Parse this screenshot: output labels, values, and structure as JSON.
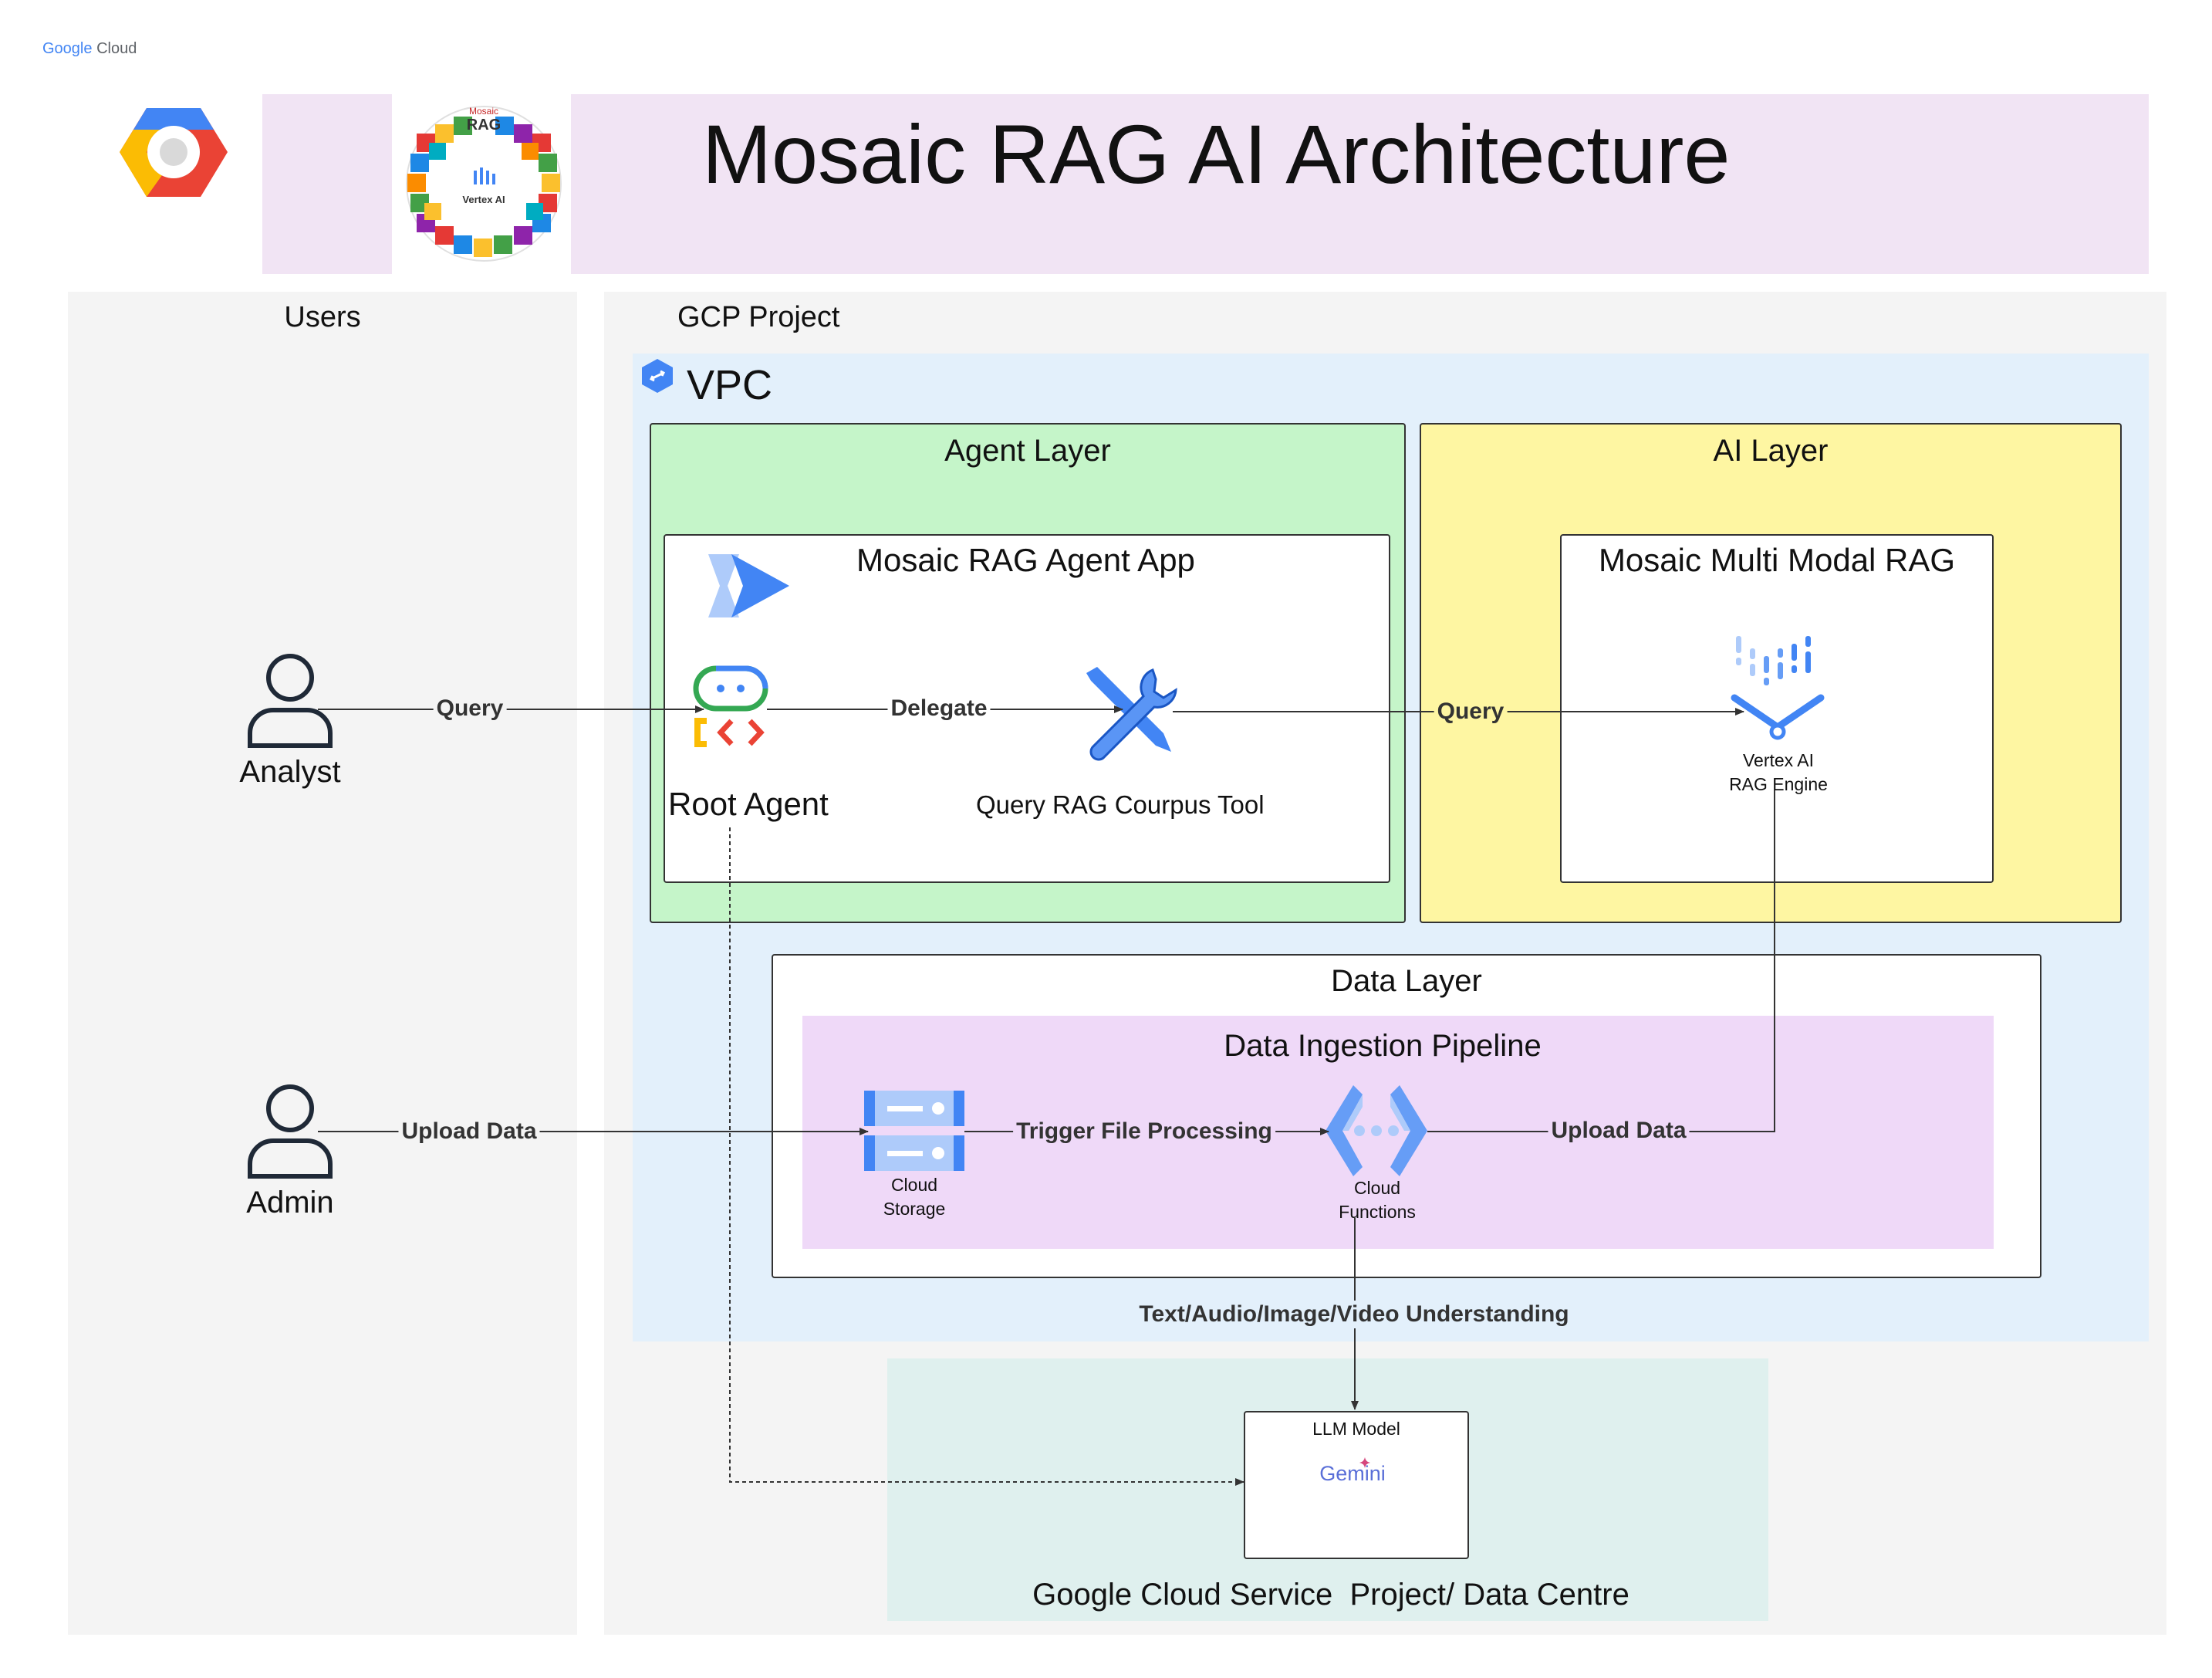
{
  "brand": {
    "logo_text_google": "Google",
    "logo_text_cloud": "Cloud"
  },
  "header": {
    "title": "Mosaic RAG AI Architecture",
    "badge_top": "Mosaic",
    "badge_mid": "RAG",
    "badge_inner": "Vertex AI"
  },
  "users_panel": {
    "title": "Users",
    "analyst_label": "Analyst",
    "admin_label": "Admin"
  },
  "gcp_panel": {
    "title": "GCP Project",
    "vpc_label": "VPC"
  },
  "agent_layer": {
    "title": "Agent Layer",
    "app_title": "Mosaic RAG Agent App",
    "root_agent_label": "Root Agent",
    "tool_label": "Query RAG Courpus Tool"
  },
  "ai_layer": {
    "title": "AI Layer",
    "rag_title": "Mosaic Multi Modal RAG",
    "engine_line1": "Vertex AI",
    "engine_line2": "RAG Engine"
  },
  "data_layer": {
    "title": "Data Layer",
    "pipeline_title": "Data Ingestion Pipeline",
    "storage_line1": "Cloud",
    "storage_line2": "Storage",
    "functions_line1": "Cloud",
    "functions_line2": "Functions"
  },
  "service_panel": {
    "title": "Google Cloud Service  Project/ Data Centre",
    "llm_label": "LLM Model",
    "gemini_label": "Gemini"
  },
  "edges": {
    "query_1": "Query",
    "delegate": "Delegate",
    "query_2": "Query",
    "upload_1": "Upload Data",
    "trigger": "Trigger File Processing",
    "upload_2": "Upload Data",
    "understanding": "Text/Audio/Image/Video Understanding"
  },
  "colors": {
    "header_band": "#f1e4f4",
    "panel_gray": "#f4f4f4",
    "vpc_blue": "#e3f0fb",
    "agent_green": "#c5f5c9",
    "ai_yellow": "#fef6a2",
    "pipeline_purple": "#efd9f8",
    "service_teal": "#dff0ee"
  }
}
